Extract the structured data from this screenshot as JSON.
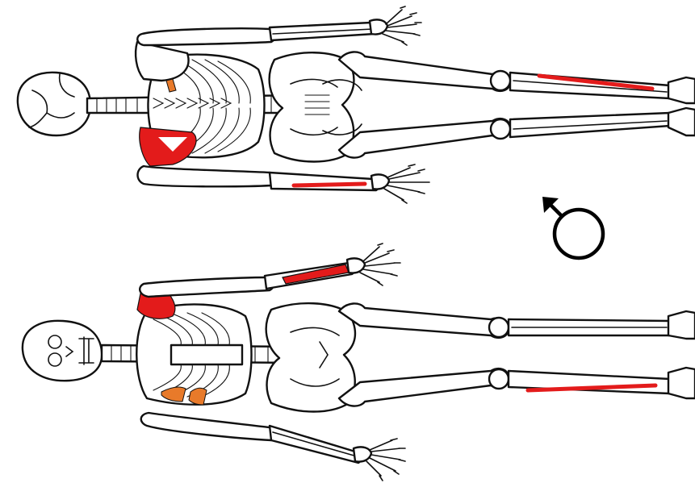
{
  "symbol": {
    "name": "male-symbol",
    "glyph": "",
    "color": "#000000"
  },
  "skeletons": [
    {
      "id": "dorsal-view",
      "orientation": "posterior"
    },
    {
      "id": "ventral-view",
      "orientation": "anterior"
    }
  ],
  "colors": {
    "injury_primary": "#e31b1b",
    "injury_secondary": "#e87a2a",
    "bone_outline": "#111111",
    "bone_fill": "#ffffff"
  }
}
